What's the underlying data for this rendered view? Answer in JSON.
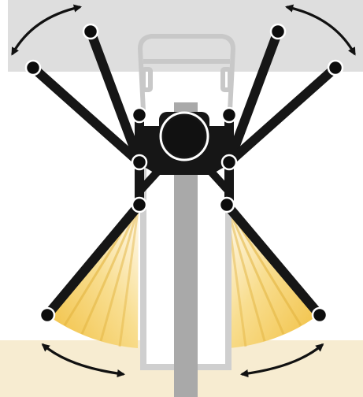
{
  "diagram": {
    "parts": [
      "ceiling-band",
      "floor-band",
      "bus-silhouette",
      "telescopic-mast",
      "mount-head",
      "upper-arm-left-outer",
      "upper-arm-left-inner",
      "upper-arm-right-inner",
      "upper-arm-right-outer",
      "lower-arm-left",
      "lower-arm-right",
      "light-fan-left",
      "light-fan-right",
      "rotation-arrow-top-left",
      "rotation-arrow-top-right",
      "rotation-arrow-bottom-left",
      "rotation-arrow-bottom-right"
    ],
    "colors": {
      "ceiling": "#dedede",
      "floor": "#f7ecd1",
      "bus_outline": "#c8c8c8",
      "mast_outer": "#cfcfcf",
      "mast_inner": "#ffffff",
      "mast_core": "#a9a9a9",
      "arm": "#161616",
      "joint": "#0d0d0d",
      "light_warm": "#f4c64c",
      "light_pale": "#fff3c8"
    }
  }
}
